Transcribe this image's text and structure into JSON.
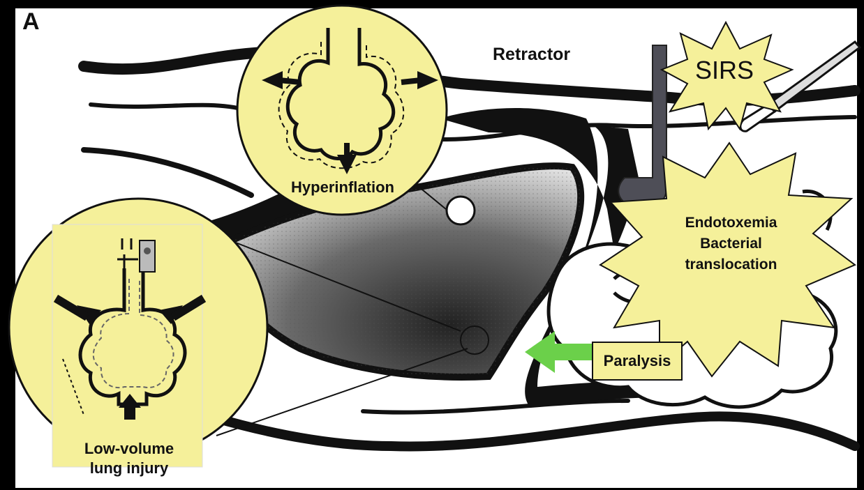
{
  "panel_letter": "A",
  "labels": {
    "retractor": "Retractor",
    "sirs": "SIRS",
    "hyperinflation": "Hyperinflation",
    "endotoxemia_line1": "Endotoxemia",
    "endotoxemia_line2": "Bacterial",
    "endotoxemia_line3": "translocation",
    "paralysis": "Paralysis",
    "low_volume_line1": "Low-volume",
    "low_volume_line2": "lung injury"
  },
  "colors": {
    "highlight_yellow": "#f5f09a",
    "paralysis_arrow": "#6bd04a",
    "retractor_gray": "#4e4e57",
    "outline_black": "#111111"
  },
  "icons": [
    "scalpel-icon",
    "retractor-icon",
    "paralysis-arrow-icon"
  ]
}
